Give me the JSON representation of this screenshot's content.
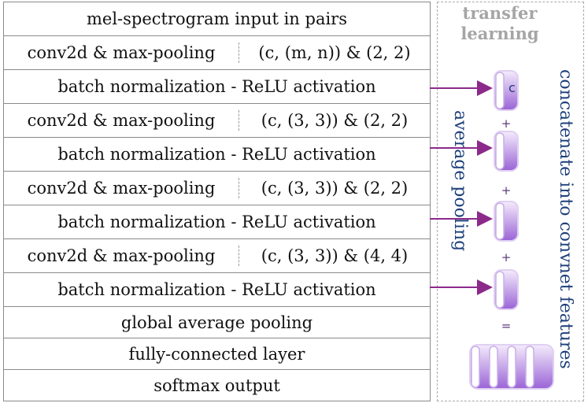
{
  "layers": [
    {
      "label": "mel-spectrogram input in pairs"
    },
    {
      "label": "conv2d & max-pooling",
      "params": "(c, (m, n)) & (2, 2)"
    },
    {
      "label": "batch normalization - ReLU activation"
    },
    {
      "label": "conv2d & max-pooling",
      "params": "(c, (3, 3)) & (2, 2)"
    },
    {
      "label": "batch normalization - ReLU activation"
    },
    {
      "label": "conv2d & max-pooling",
      "params": "(c, (3, 3)) & (2, 2)"
    },
    {
      "label": "batch normalization - ReLU activation"
    },
    {
      "label": "conv2d & max-pooling",
      "params": "(c, (3, 3)) & (4, 4)"
    },
    {
      "label": "batch normalization - ReLU activation"
    },
    {
      "label": "global average pooling"
    },
    {
      "label": "fully-connected layer"
    },
    {
      "label": "softmax output"
    }
  ],
  "transfer": {
    "title_line1": "transfer",
    "title_line2": "learning",
    "average_pooling": "average pooling",
    "concatenate": "concatenate into convnet features",
    "channel_label": "c",
    "plus": "+",
    "equals": "="
  },
  "colors": {
    "arrow": "#8b2a8b",
    "feature_light": "#efe2fb",
    "feature_dark": "#9a63d6",
    "text_blue": "#1d3f7a",
    "border": "#8a8a8a"
  }
}
